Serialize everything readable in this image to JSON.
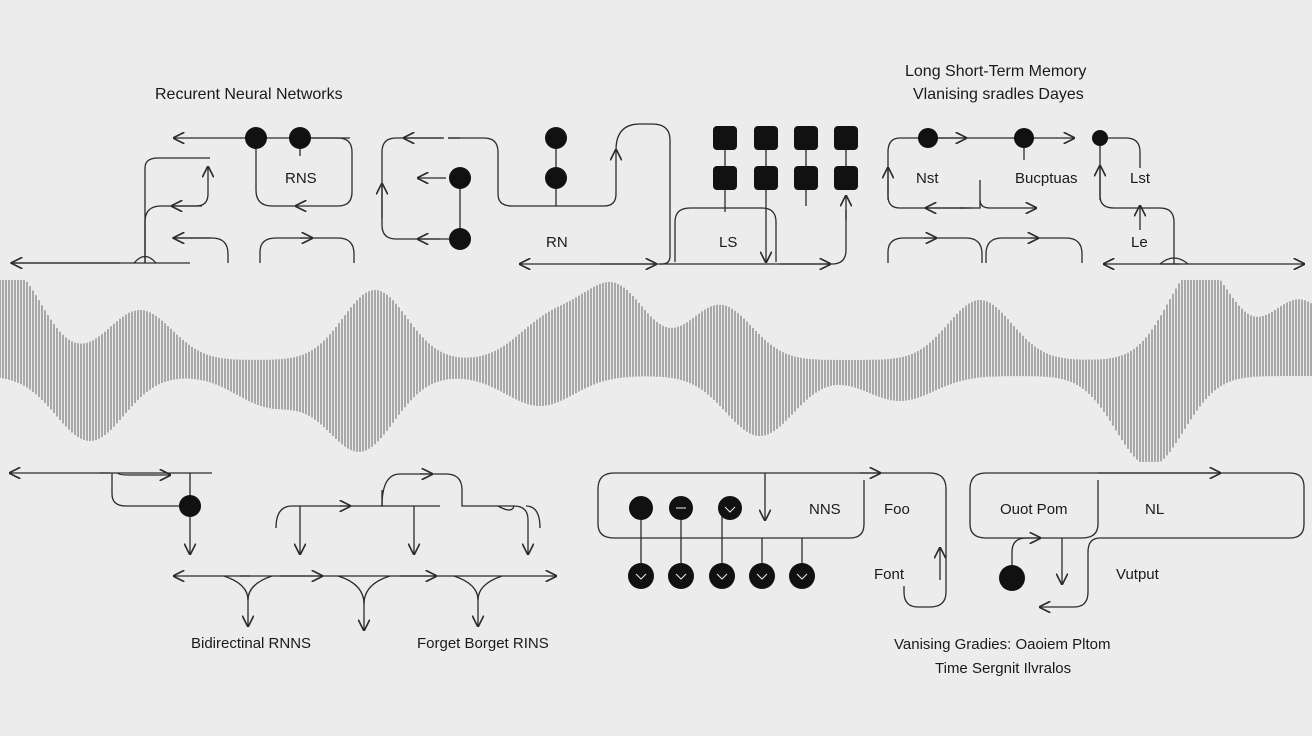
{
  "labels": {
    "rnn_title": "Recurent Neural Networks",
    "lstm_title": "Long Short-Term Memory",
    "lstm_subtitle": "Vlanising sradles Dayes",
    "rns": "RNS",
    "rn": "RN",
    "ls": "LS",
    "nst": "Nst",
    "bucptuas": "Bucptuas",
    "lst": "Lst",
    "le": "Le",
    "nns": "NNS",
    "foo": "Foo",
    "font": "Font",
    "ouot_pom": "Ouot Pom",
    "nl": "NL",
    "vutput": "Vutput",
    "bidirectional": "Bidirectinal RNNS",
    "forget": "Forget Borget RINS",
    "vanishing": "Vanising Gradies: Oaoiem Pltom",
    "time_segment": "Time Sergnit Ilvralos"
  },
  "colors": {
    "background": "#ececec",
    "ink": "#111111",
    "line": "#2b2b2b",
    "wave": "#555555"
  }
}
